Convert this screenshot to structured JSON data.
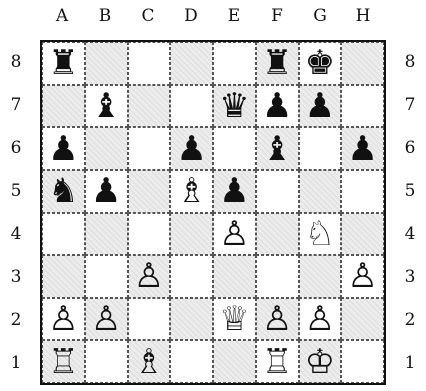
{
  "files": [
    "A",
    "B",
    "C",
    "D",
    "E",
    "F",
    "G",
    "H"
  ],
  "ranks": [
    "8",
    "7",
    "6",
    "5",
    "4",
    "3",
    "2",
    "1"
  ],
  "squares": {
    "a8": "♜",
    "f8": "♜",
    "g8": "♚",
    "b7": "♝",
    "e7": "♛",
    "f7": "♟",
    "g7": "♟",
    "a6": "♟",
    "d6": "♟",
    "f6": "♝",
    "h6": "♟",
    "a5": "♞",
    "b5": "♟",
    "d5": "♗",
    "e5": "♟",
    "e4": "♙",
    "g4": "♘",
    "c3": "♙",
    "h3": "♙",
    "a2": "♙",
    "b2": "♙",
    "e2": "♕",
    "f2": "♙",
    "g2": "♙",
    "a1": "♖",
    "c1": "♗",
    "f1": "♖",
    "g1": "♔"
  }
}
